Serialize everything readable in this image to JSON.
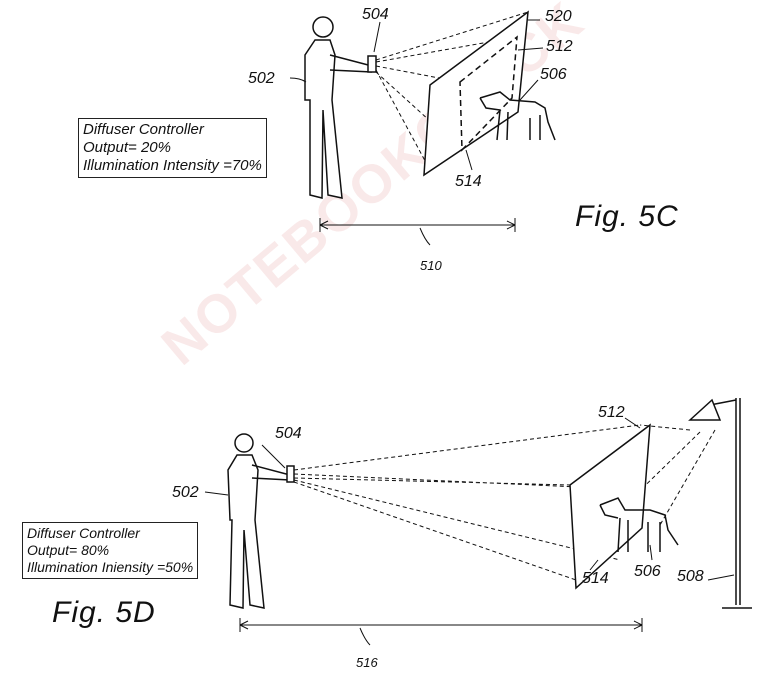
{
  "watermark": "NOTEBOOKCHECK",
  "fig_5c": {
    "title": "Fig. 5C",
    "box": {
      "line1": "Diffuser Controller",
      "line2": "Output= 20%",
      "line3": "Illumination Intensity =70%"
    },
    "labels": {
      "person": "502",
      "device": "504",
      "dog": "506",
      "distance": "510",
      "inner_area": "512",
      "lower_area": "514",
      "panel": "520"
    }
  },
  "fig_5d": {
    "title": "Fig. 5D",
    "box": {
      "line1": "Diffuser Controller",
      "line2": "Output= 80%",
      "line3": "Illumination Iniensity =50%"
    },
    "labels": {
      "person": "502",
      "device": "504",
      "dog": "506",
      "lamp": "508",
      "inner_area": "512",
      "lower_area": "514",
      "distance": "516"
    }
  }
}
